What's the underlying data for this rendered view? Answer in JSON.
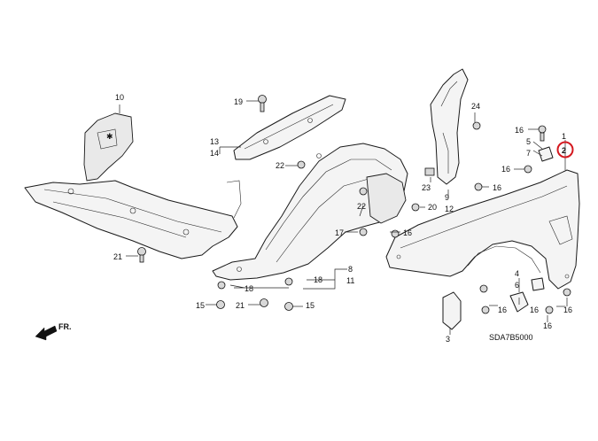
{
  "diagram": {
    "catalog_code": "SDA7B5000",
    "direction_label": "FR.",
    "highlight_color": "#d4181f",
    "callouts": {
      "c1": "1",
      "c2": "2",
      "c3": "3",
      "c4": "4",
      "c5": "5",
      "c6": "6",
      "c7": "7",
      "c8": "8",
      "c9": "9",
      "c10": "10",
      "c11": "11",
      "c12": "12",
      "c13": "13",
      "c14": "14",
      "c15a": "15",
      "c15b": "15",
      "c16a": "16",
      "c16b": "16",
      "c16c": "16",
      "c16d": "16",
      "c16e": "16",
      "c16f": "16",
      "c16g": "16",
      "c16h": "16",
      "c17": "17",
      "c18a": "18",
      "c18b": "18",
      "c19": "19",
      "c20": "20",
      "c21a": "21",
      "c21b": "21",
      "c22a": "22",
      "c22b": "22",
      "c23": "23",
      "c24": "24"
    }
  }
}
